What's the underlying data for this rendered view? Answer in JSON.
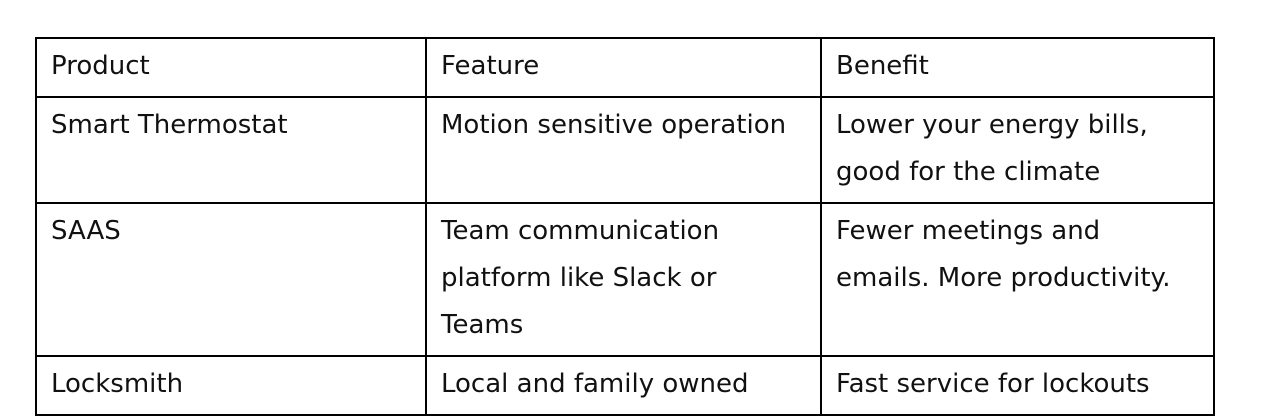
{
  "table": {
    "headers": [
      "Product",
      "Feature",
      "Benefit"
    ],
    "rows": [
      [
        "Smart Thermostat",
        "Motion sensitive operation",
        "Lower your energy bills, good for the climate"
      ],
      [
        "SAAS",
        "Team communication platform like Slack or Teams",
        "Fewer meetings and emails. More productivity."
      ],
      [
        "Locksmith",
        "Local and family owned",
        "Fast service for lockouts"
      ]
    ]
  }
}
